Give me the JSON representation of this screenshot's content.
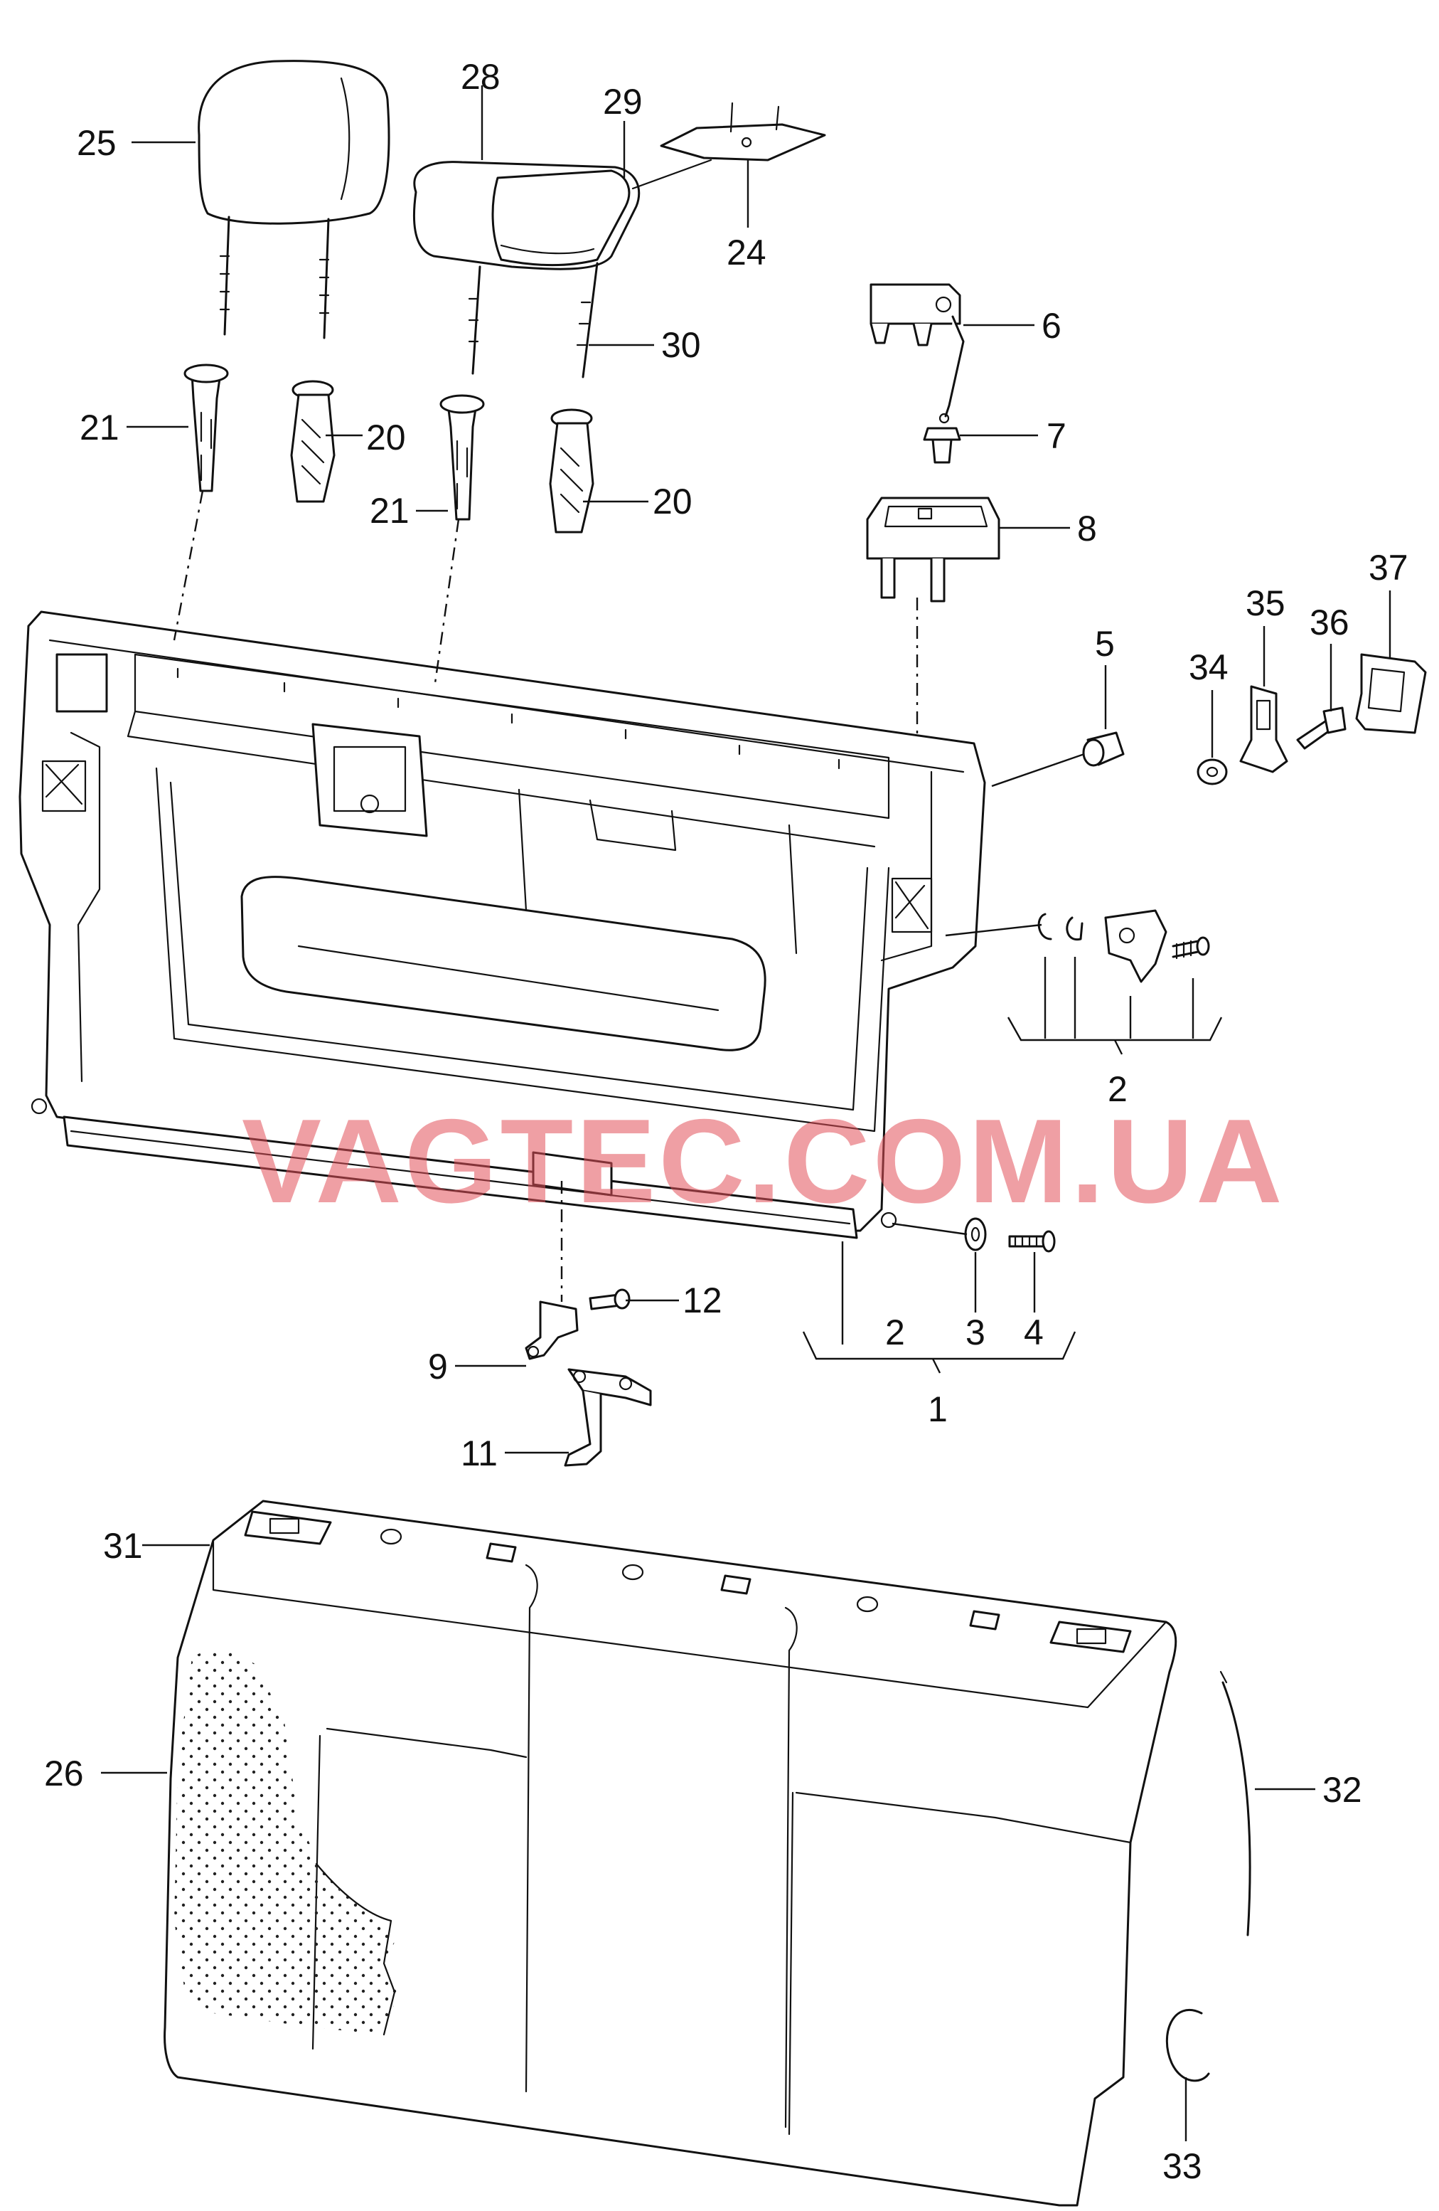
{
  "callouts": {
    "c1": "1",
    "c2a": "2",
    "c2b": "2",
    "c3": "3",
    "c4": "4",
    "c5": "5",
    "c6": "6",
    "c7": "7",
    "c8": "8",
    "c9": "9",
    "c11": "11",
    "c12": "12",
    "c20a": "20",
    "c20b": "20",
    "c21a": "21",
    "c21b": "21",
    "c24": "24",
    "c25": "25",
    "c26": "26",
    "c28": "28",
    "c29": "29",
    "c30": "30",
    "c31": "31",
    "c32": "32",
    "c33": "33",
    "c34": "34",
    "c35": "35",
    "c36": "36",
    "c37": "37"
  },
  "watermark": "VAGTEC.COM.UA"
}
